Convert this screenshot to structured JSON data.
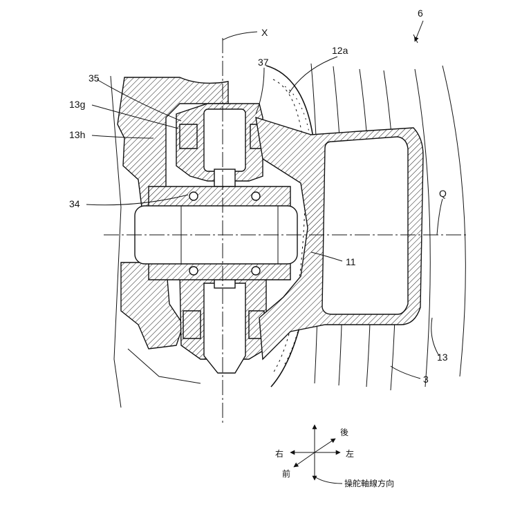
{
  "labels": {
    "ref_6": "6",
    "x": "X",
    "ref_12a": "12a",
    "ref_37": "37",
    "ref_35": "35",
    "ref_13g": "13g",
    "ref_13h": "13h",
    "ref_34": "34",
    "q": "Q",
    "ref_11": "11",
    "ref_13": "13",
    "ref_3": "3"
  },
  "direction_legend": {
    "rear": "後",
    "right": "右",
    "left": "左",
    "front": "前",
    "steering_axis_direction": "操舵軸線方向"
  }
}
